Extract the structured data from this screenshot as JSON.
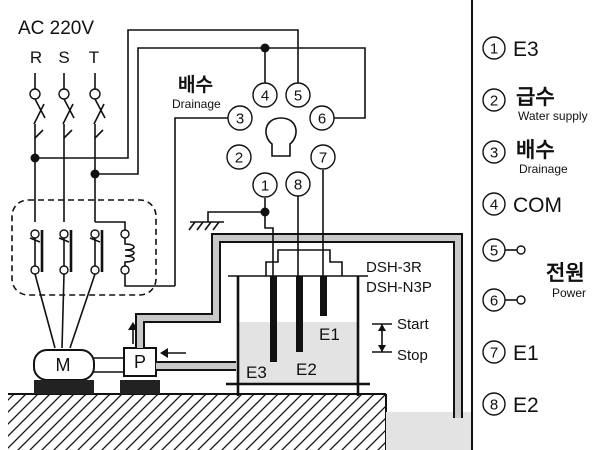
{
  "supply": {
    "label": "AC 220V",
    "phases": [
      "R",
      "S",
      "T"
    ]
  },
  "socket": {
    "pins": [
      "1",
      "2",
      "3",
      "4",
      "5",
      "6",
      "7",
      "8"
    ],
    "drainage_ko": "배수",
    "drainage_en": "Drainage"
  },
  "motor": {
    "label": "M"
  },
  "pump": {
    "label": "P"
  },
  "tank": {
    "models": [
      "DSH-3R",
      "DSH-N3P"
    ],
    "electrodes": [
      "E1",
      "E2",
      "E3"
    ],
    "start_label": "Start",
    "stop_label": "Stop"
  },
  "legend": [
    {
      "num": "1",
      "text": "E3",
      "sub": ""
    },
    {
      "num": "2",
      "text": "급수",
      "sub": "Water supply"
    },
    {
      "num": "3",
      "text": "배수",
      "sub": "Drainage"
    },
    {
      "num": "4",
      "text": "COM",
      "sub": ""
    },
    {
      "num": "5",
      "text": "",
      "sub": ""
    },
    {
      "num": "6",
      "text": "",
      "sub": ""
    },
    {
      "num": "7",
      "text": "E1",
      "sub": ""
    },
    {
      "num": "8",
      "text": "E2",
      "sub": ""
    }
  ],
  "power": {
    "label_ko": "전원",
    "label_en": "Power"
  },
  "colors": {
    "line": "#111111",
    "water": "#e3e3e3",
    "pipe_gray": "#bdbdbd"
  }
}
